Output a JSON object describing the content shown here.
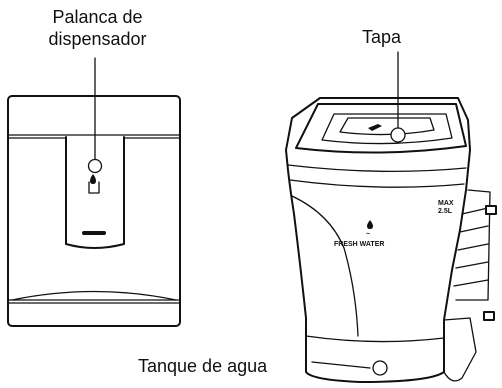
{
  "labels": {
    "dispenser_lever": "Palanca de\ndispensador",
    "lid": "Tapa",
    "water_tank": "Tanque de agua"
  },
  "tank_markings": {
    "main": "FRESH WATER",
    "max": "MAX",
    "level": "2.5L"
  },
  "colors": {
    "line": "#111111",
    "background": "#ffffff"
  }
}
